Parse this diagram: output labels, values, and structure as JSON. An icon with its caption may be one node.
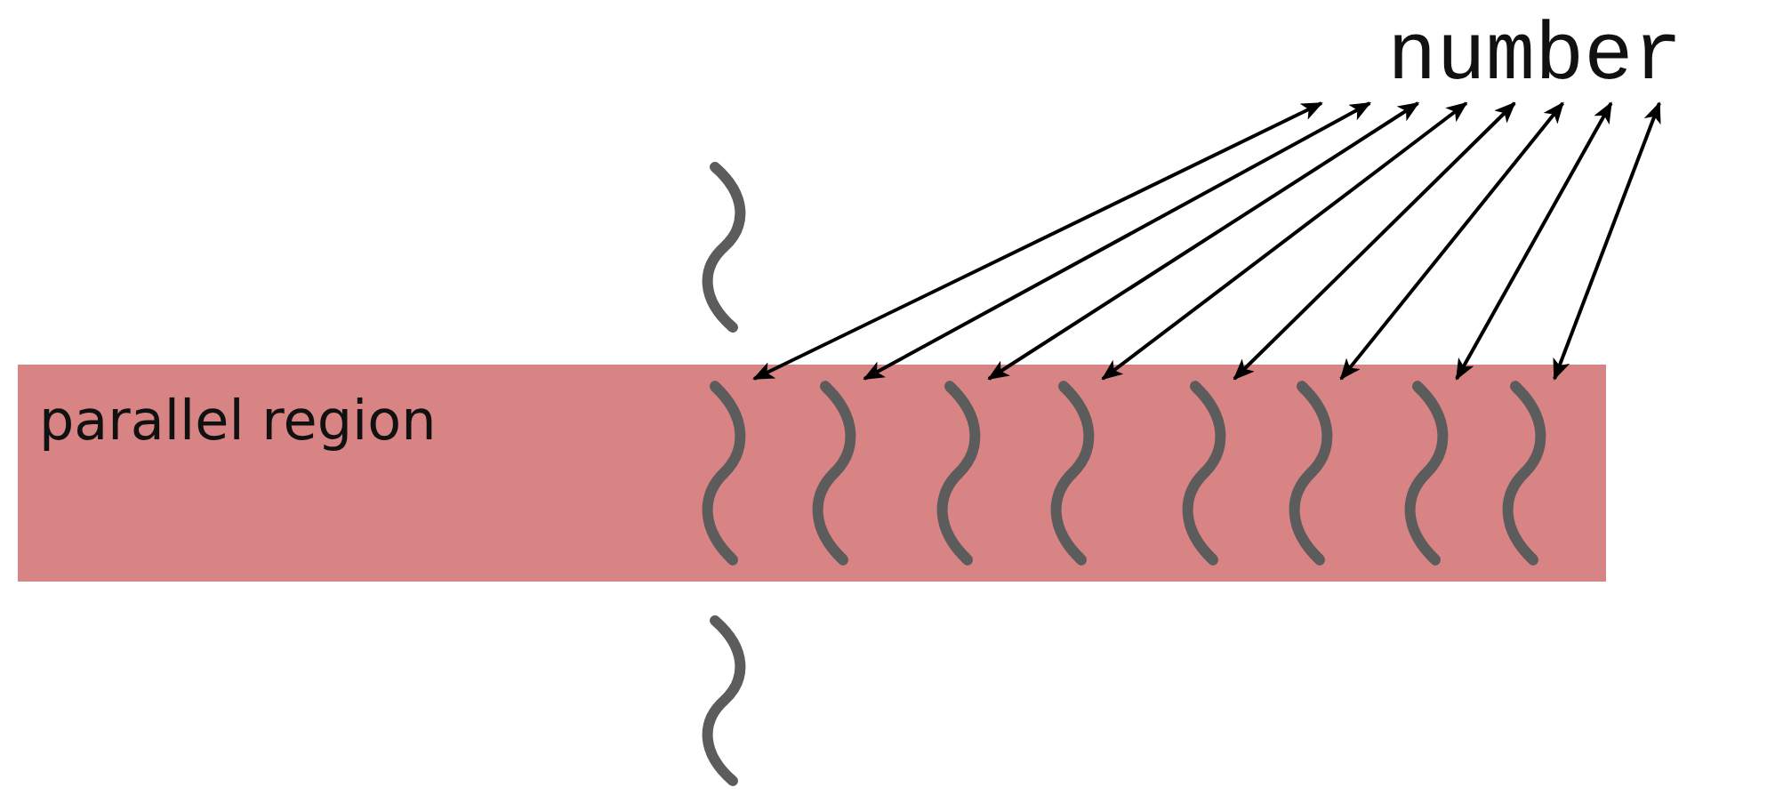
{
  "diagram": {
    "nodes": [
      {
        "text": [
          "number"
        ]
      },
      {
        "text": [],
        "shape": "squiggle"
      },
      {
        "text": [
          "parallel region"
        ]
      },
      {
        "text": [],
        "shape": "squiggle",
        "in": 2
      },
      {
        "text": [],
        "shape": "squiggle",
        "in": 2
      },
      {
        "text": [],
        "shape": "squiggle",
        "in": 2
      },
      {
        "text": [],
        "shape": "squiggle",
        "in": 2
      },
      {
        "text": [],
        "shape": "squiggle",
        "in": 2
      },
      {
        "text": [],
        "shape": "squiggle",
        "in": 2
      },
      {
        "text": [],
        "shape": "squiggle",
        "in": 2
      },
      {
        "text": [],
        "shape": "squiggle",
        "in": 2
      },
      {
        "text": [],
        "shape": "squiggle"
      }
    ],
    "edges": [
      {
        "from": 0,
        "to": 3,
        "arrow": "both"
      },
      {
        "from": 0,
        "to": 4,
        "arrow": "both"
      },
      {
        "from": 0,
        "to": 5,
        "arrow": "both"
      },
      {
        "from": 0,
        "to": 6,
        "arrow": "both"
      },
      {
        "from": 0,
        "to": 7,
        "arrow": "both"
      },
      {
        "from": 0,
        "to": 8,
        "arrow": "both"
      },
      {
        "from": 0,
        "to": 9,
        "arrow": "both"
      },
      {
        "from": 0,
        "to": 10,
        "arrow": "both"
      }
    ]
  }
}
